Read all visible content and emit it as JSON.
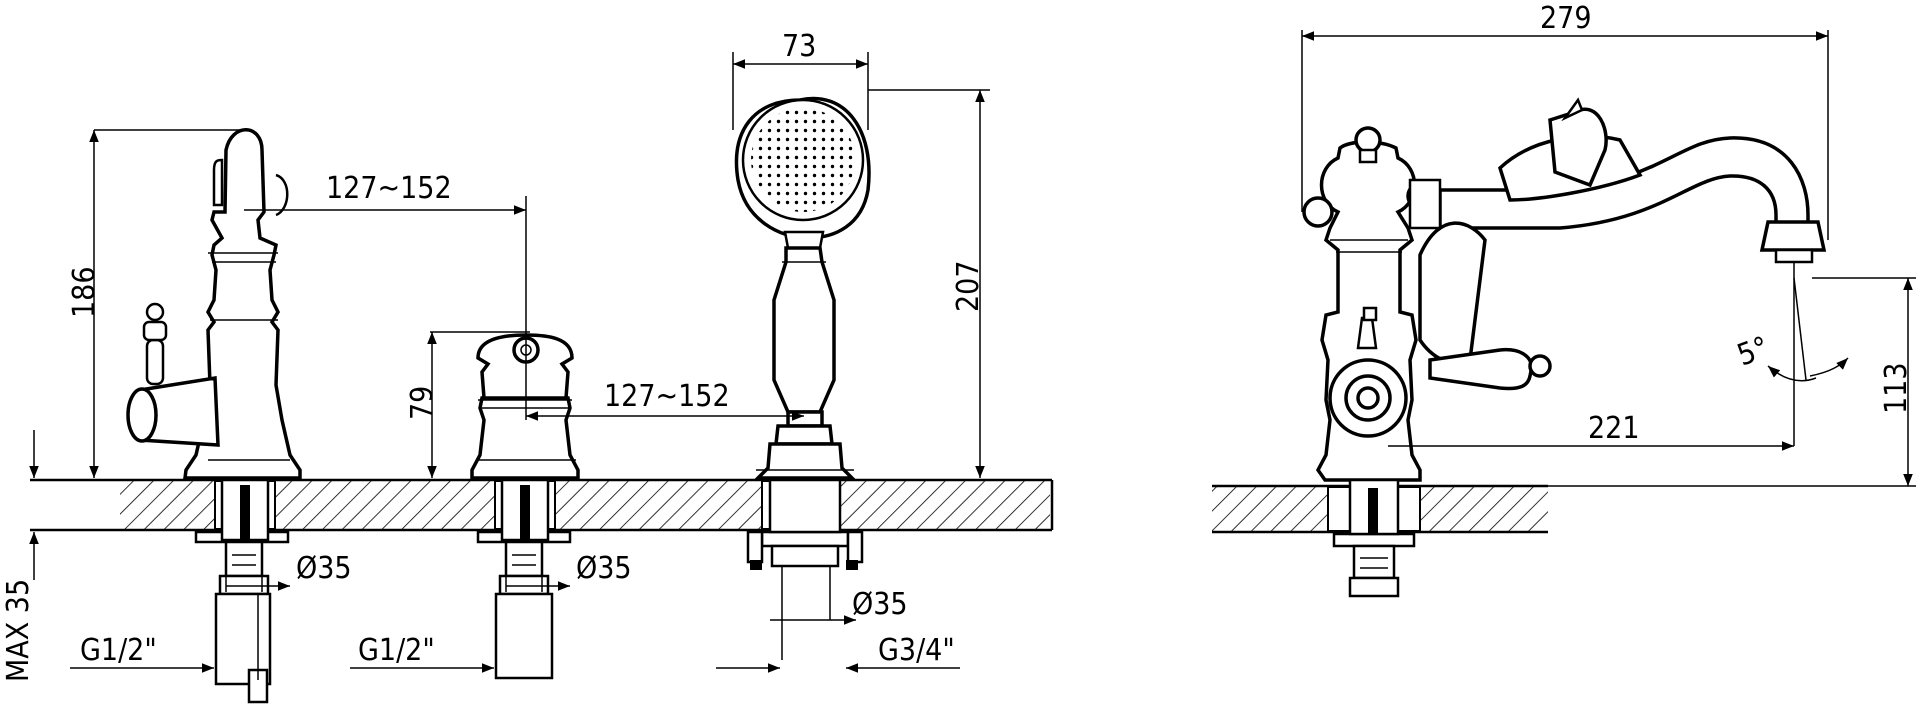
{
  "dimensions": {
    "height_left": "186",
    "spacing_top": "127~152",
    "height_valve": "79",
    "spacing_mid": "127~152",
    "shower_width": "73",
    "height_total": "207",
    "dia_1": "Ø35",
    "dia_2": "Ø35",
    "dia_3": "Ø35",
    "thread_1": "G1/2\"",
    "thread_2": "G1/2\"",
    "thread_3": "G3/4\"",
    "max_thickness": "MAX 35",
    "width_right": "279",
    "reach": "221",
    "spout_height": "113",
    "angle": "5°"
  }
}
